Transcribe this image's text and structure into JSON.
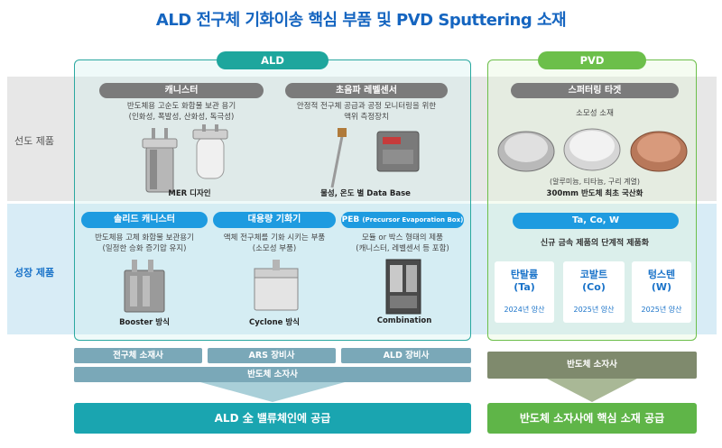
{
  "title": "ALD 전구체 기화이송 핵심 부품 및 PVD Sputtering 소재",
  "rows": {
    "lead": "선도 제품",
    "growth": "성장 제품"
  },
  "ald": {
    "label": "ALD",
    "canister": {
      "name": "캐니스터",
      "desc1": "반도체용 고순도 화합물 보관 용기",
      "desc2": "(인화성, 폭발성, 산화성, 독극성)",
      "caption": "MER 디자인"
    },
    "sensor": {
      "name": "초음파 레벨센서",
      "desc1": "안정적 전구체 공급과 공정 모니터링을 위한",
      "desc2": "액위 측정장치",
      "caption": "물성, 온도 별 Data Base"
    },
    "solid": {
      "name": "솔리드 캐니스터",
      "desc1": "반도체용 고체 화합물 보관용기",
      "desc2": "(일정한 승화 증기압 유지)",
      "caption": "Booster 방식"
    },
    "vaporizer": {
      "name": "대용량 기화기",
      "desc1": "액체 전구체를 기화 시키는 부품",
      "desc2": "(소모성 부품)",
      "caption": "Cyclone 방식"
    },
    "peb": {
      "name": "PEB",
      "name_sub": "(Precursor Evaporation Box)",
      "desc1": "모듈 or 박스 형태의 제품",
      "desc2": "(캐니스터, 레벨센서 등 포함)",
      "caption": "Combination"
    },
    "customers": {
      "c1": "전구체 소재사",
      "c2": "ARS 장비사",
      "c3": "ALD 장비사",
      "c4": "반도체 소자사"
    },
    "bottom": "ALD 全 밸류체인에 공급"
  },
  "pvd": {
    "label": "PVD",
    "target": {
      "name": "스퍼터링 타겟",
      "desc": "소모성 소재",
      "note": "(알루미늄, 티타늄, 구리 계열)",
      "caption": "300mm 반도체 최초 국산화"
    },
    "metals": {
      "label": "Ta, Co, W",
      "desc": "신규 금속 제품의 단계적 제품화",
      "items": [
        {
          "name": "탄탈륨",
          "sym": "(Ta)",
          "year": "2024년 양산"
        },
        {
          "name": "코발트",
          "sym": "(Co)",
          "year": "2025년 양산"
        },
        {
          "name": "텅스텐",
          "sym": "(W)",
          "year": "2025년 양산"
        }
      ]
    },
    "customer": "반도체 소자사",
    "bottom": "반도체 소자사에 핵심 소재 공급"
  },
  "colors": {
    "ald_teal": "#1ea69d",
    "pvd_green": "#6cbf4a",
    "blue": "#1e9be0",
    "title_blue": "#1565c0"
  }
}
